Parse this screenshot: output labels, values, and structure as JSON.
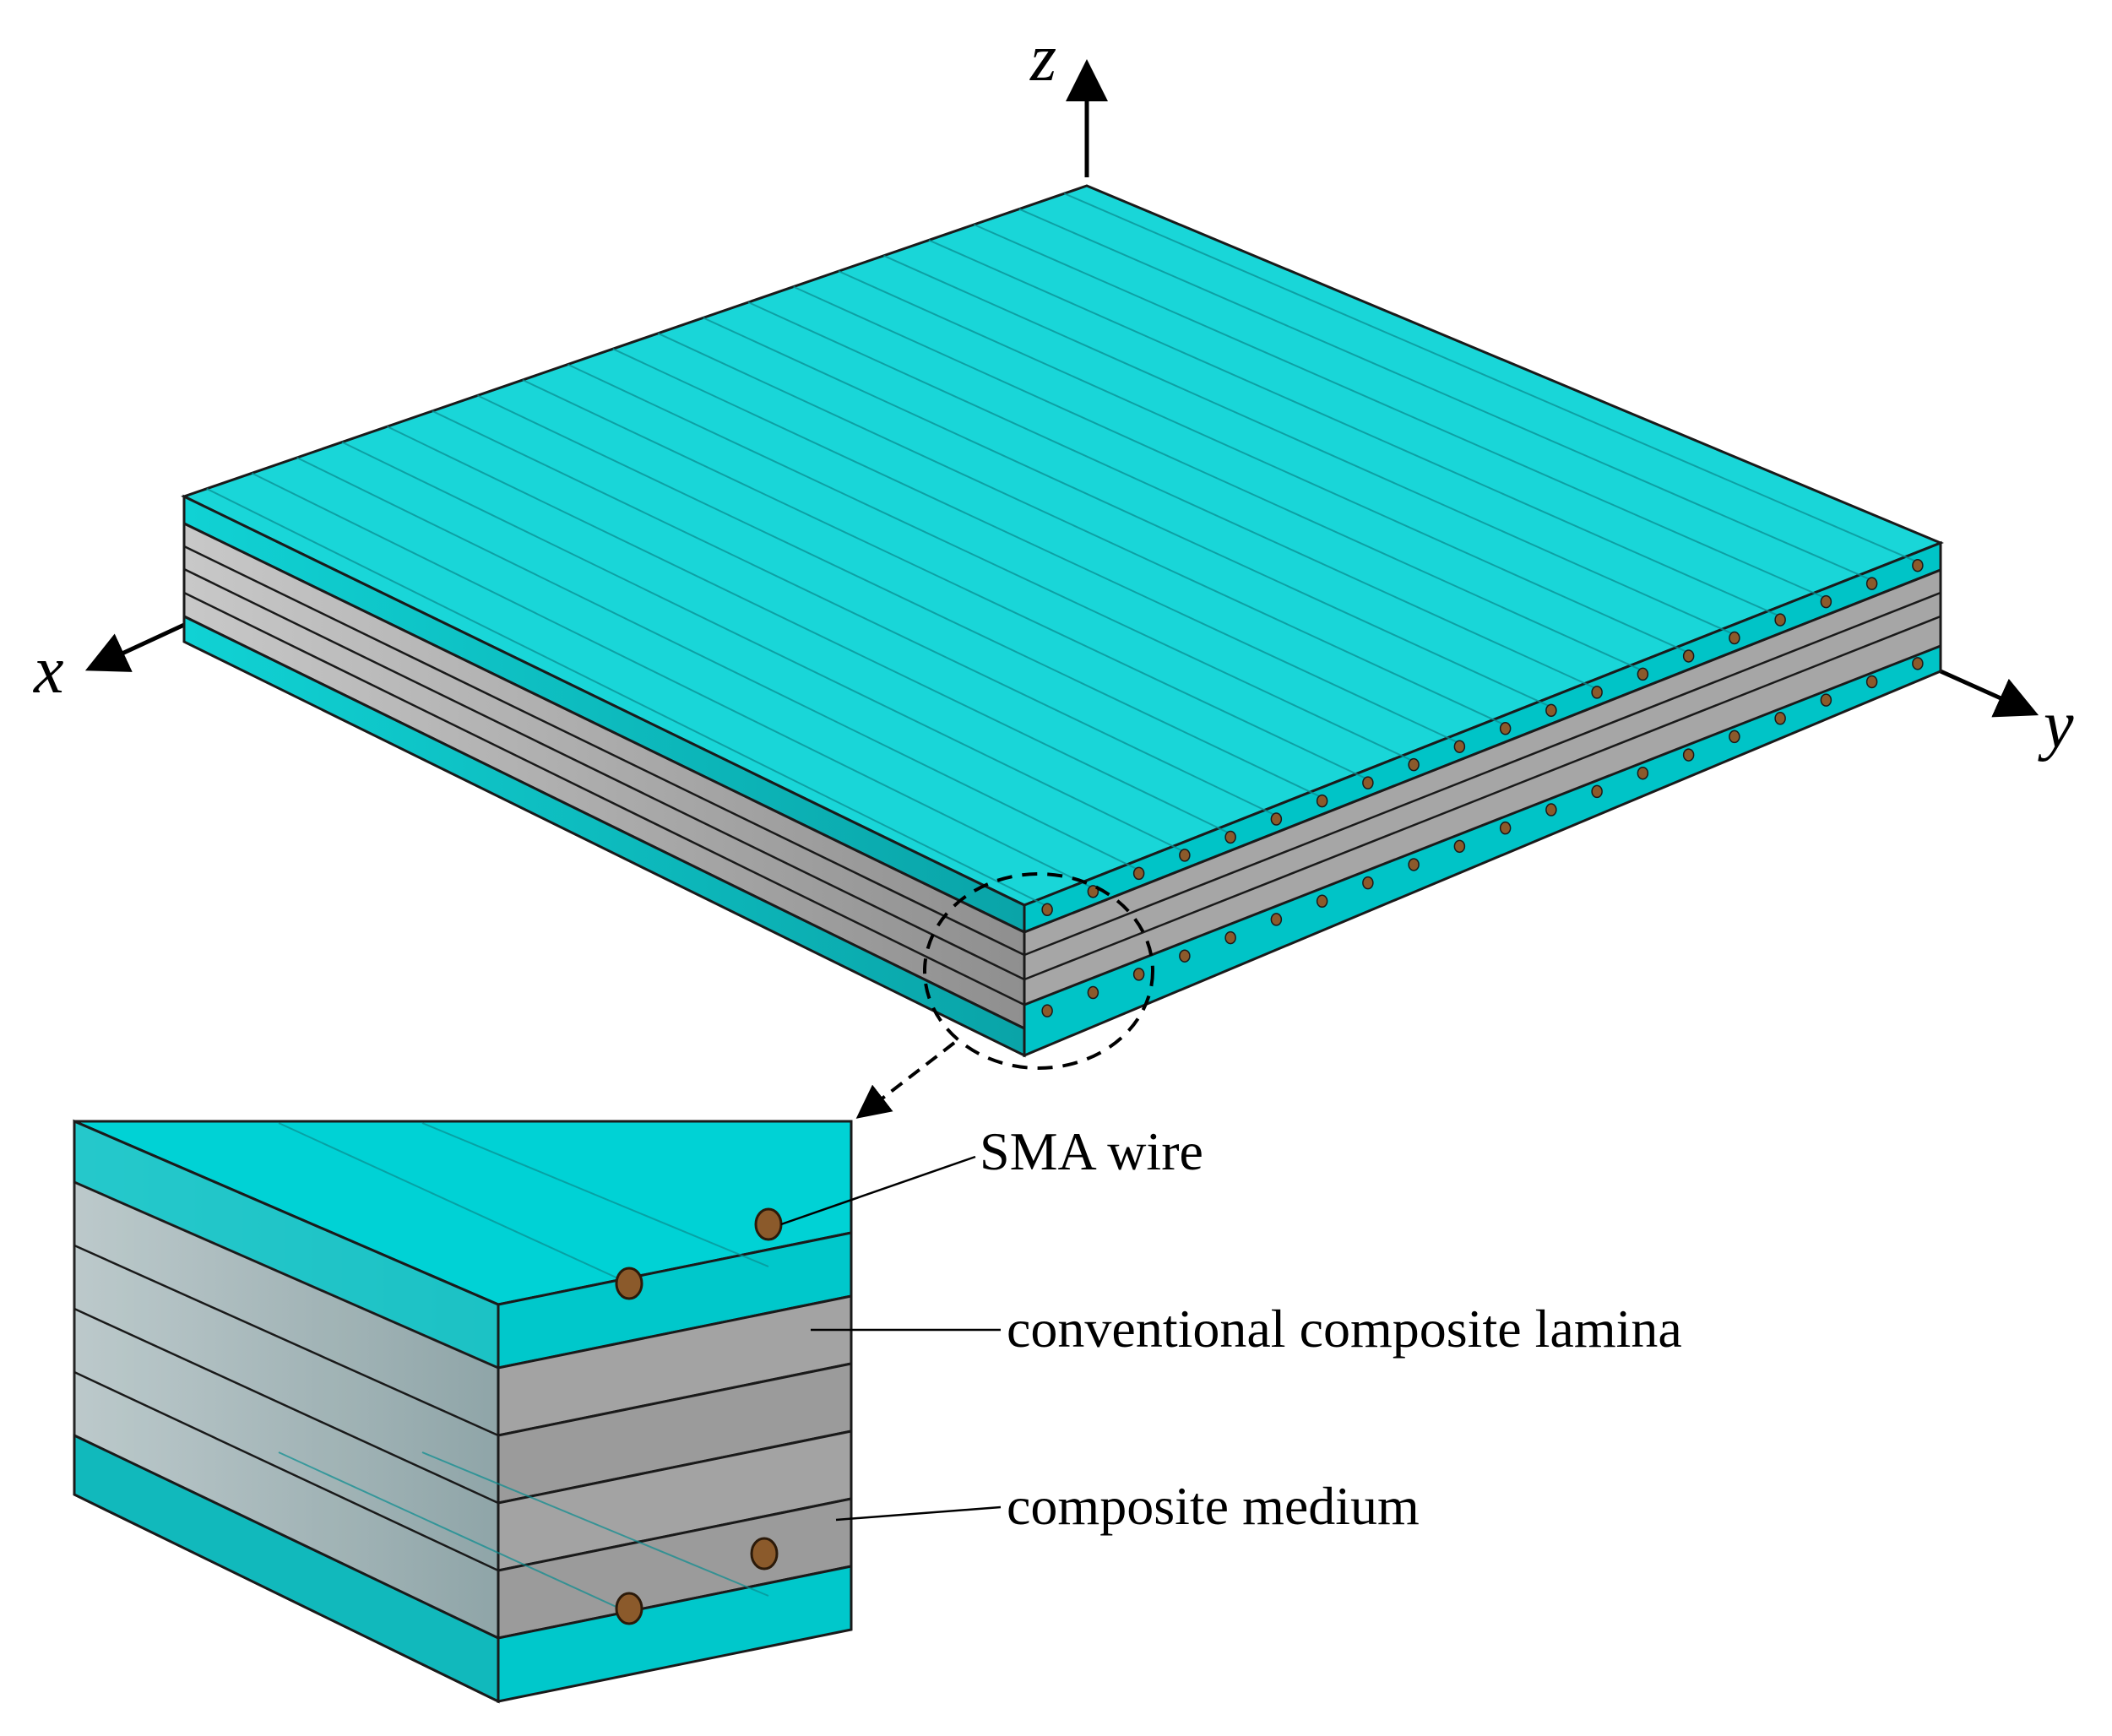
{
  "axes": {
    "x": "x",
    "y": "y",
    "z": "z"
  },
  "labels": {
    "sma_wire": "SMA wire",
    "conventional_lamina": "conventional composite lamina",
    "composite_medium": "composite medium"
  },
  "colors": {
    "composite_medium": "#00ced1",
    "composite_medium_top": "#19d6d8",
    "conventional_lamina": "#a6a6a6",
    "sma_wire": "#8b5a2b",
    "outline": "#1a1a1a"
  }
}
